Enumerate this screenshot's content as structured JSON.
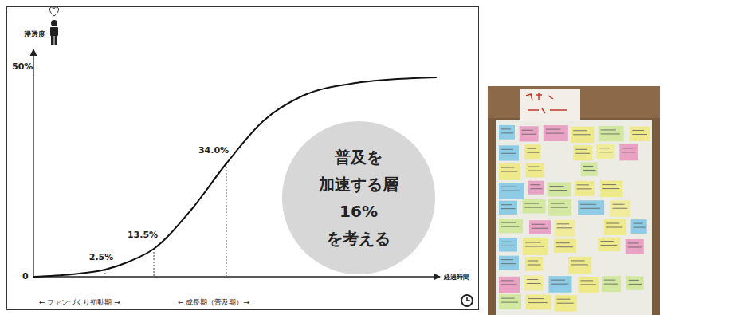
{
  "diagram": {
    "nodes": [
      {
        "text": [
          "普及を 加速する層 16% を考える"
        ]
      }
    ],
    "labels": [
      "浸透度",
      "50%",
      "0",
      "34.0%",
      "13.5%",
      "2.5%",
      "経過時間",
      "← ファンづくり初動期 →",
      "← 成長期（普及期）→"
    ]
  }
}
